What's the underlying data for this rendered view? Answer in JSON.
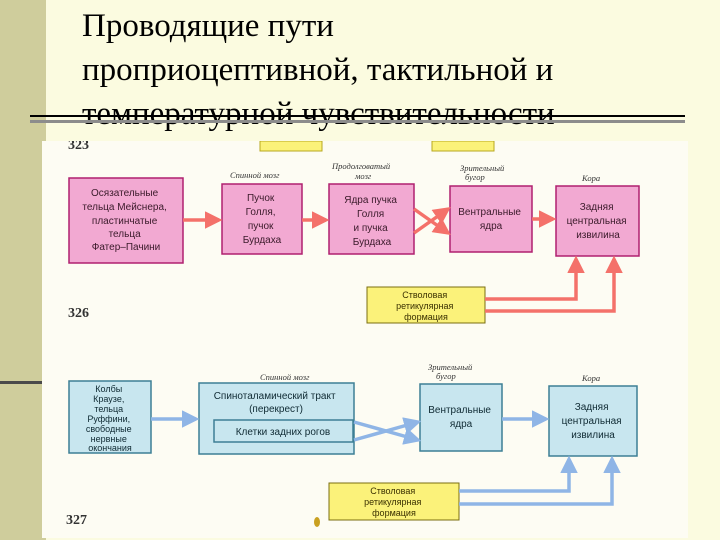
{
  "slide": {
    "title_lines": [
      "Проводящие пути",
      "проприоцептивной, тактильной и",
      "температурной чувствительности"
    ]
  },
  "diagram_326": {
    "number": "326",
    "labels": {
      "spinal": "Спинной мозг",
      "medulla": [
        "Продолговатый",
        "мозг"
      ],
      "thalamus": [
        "Зрительный",
        "бугор"
      ],
      "cortex": "Кора"
    },
    "receptors": [
      "Осязательные",
      "тельца Мейснера,",
      "пластинчатые",
      "тельца",
      "Фатер–Пачини"
    ],
    "spinal_box": [
      "Пучок",
      "Голля,",
      "пучок",
      "Бурдаха"
    ],
    "medulla_box": [
      "Ядра пучка",
      "Голля",
      "и пучка",
      "Бурдаха"
    ],
    "thalamus_box": [
      "Вентральные",
      "ядра"
    ],
    "cortex_box": [
      "Задняя",
      "центральная",
      "извилина"
    ],
    "reticular": [
      "Стволовая",
      "ретикулярная",
      "формация"
    ]
  },
  "diagram_327": {
    "number": "327",
    "labels": {
      "spinal": "Спинной мозг",
      "thalamus": [
        "Зрительный",
        "бугор"
      ],
      "cortex": "Кора"
    },
    "receptors": [
      "Колбы",
      "Краузе,",
      "тельца",
      "Руффини,",
      "свободные",
      "нервные",
      "окончания"
    ],
    "tract": [
      "Спиноталамический тракт",
      "(перекрест)"
    ],
    "horn_cells": "Клетки задних рогов",
    "thalamus_box": [
      "Вентральные",
      "ядра"
    ],
    "cortex_box": [
      "Задняя",
      "центральная",
      "извилина"
    ],
    "reticular": [
      "Стволовая",
      "ретикулярная",
      "формация"
    ]
  },
  "colors": {
    "pink_fill": "#f2a9d2",
    "pink_border": "#b0206f",
    "blue_fill": "#c8e6ef",
    "blue_border": "#3d7f95",
    "yellow_fill": "#fbf27a",
    "arrow_red": "#f4716a",
    "arrow_blue": "#8fb5e6"
  }
}
